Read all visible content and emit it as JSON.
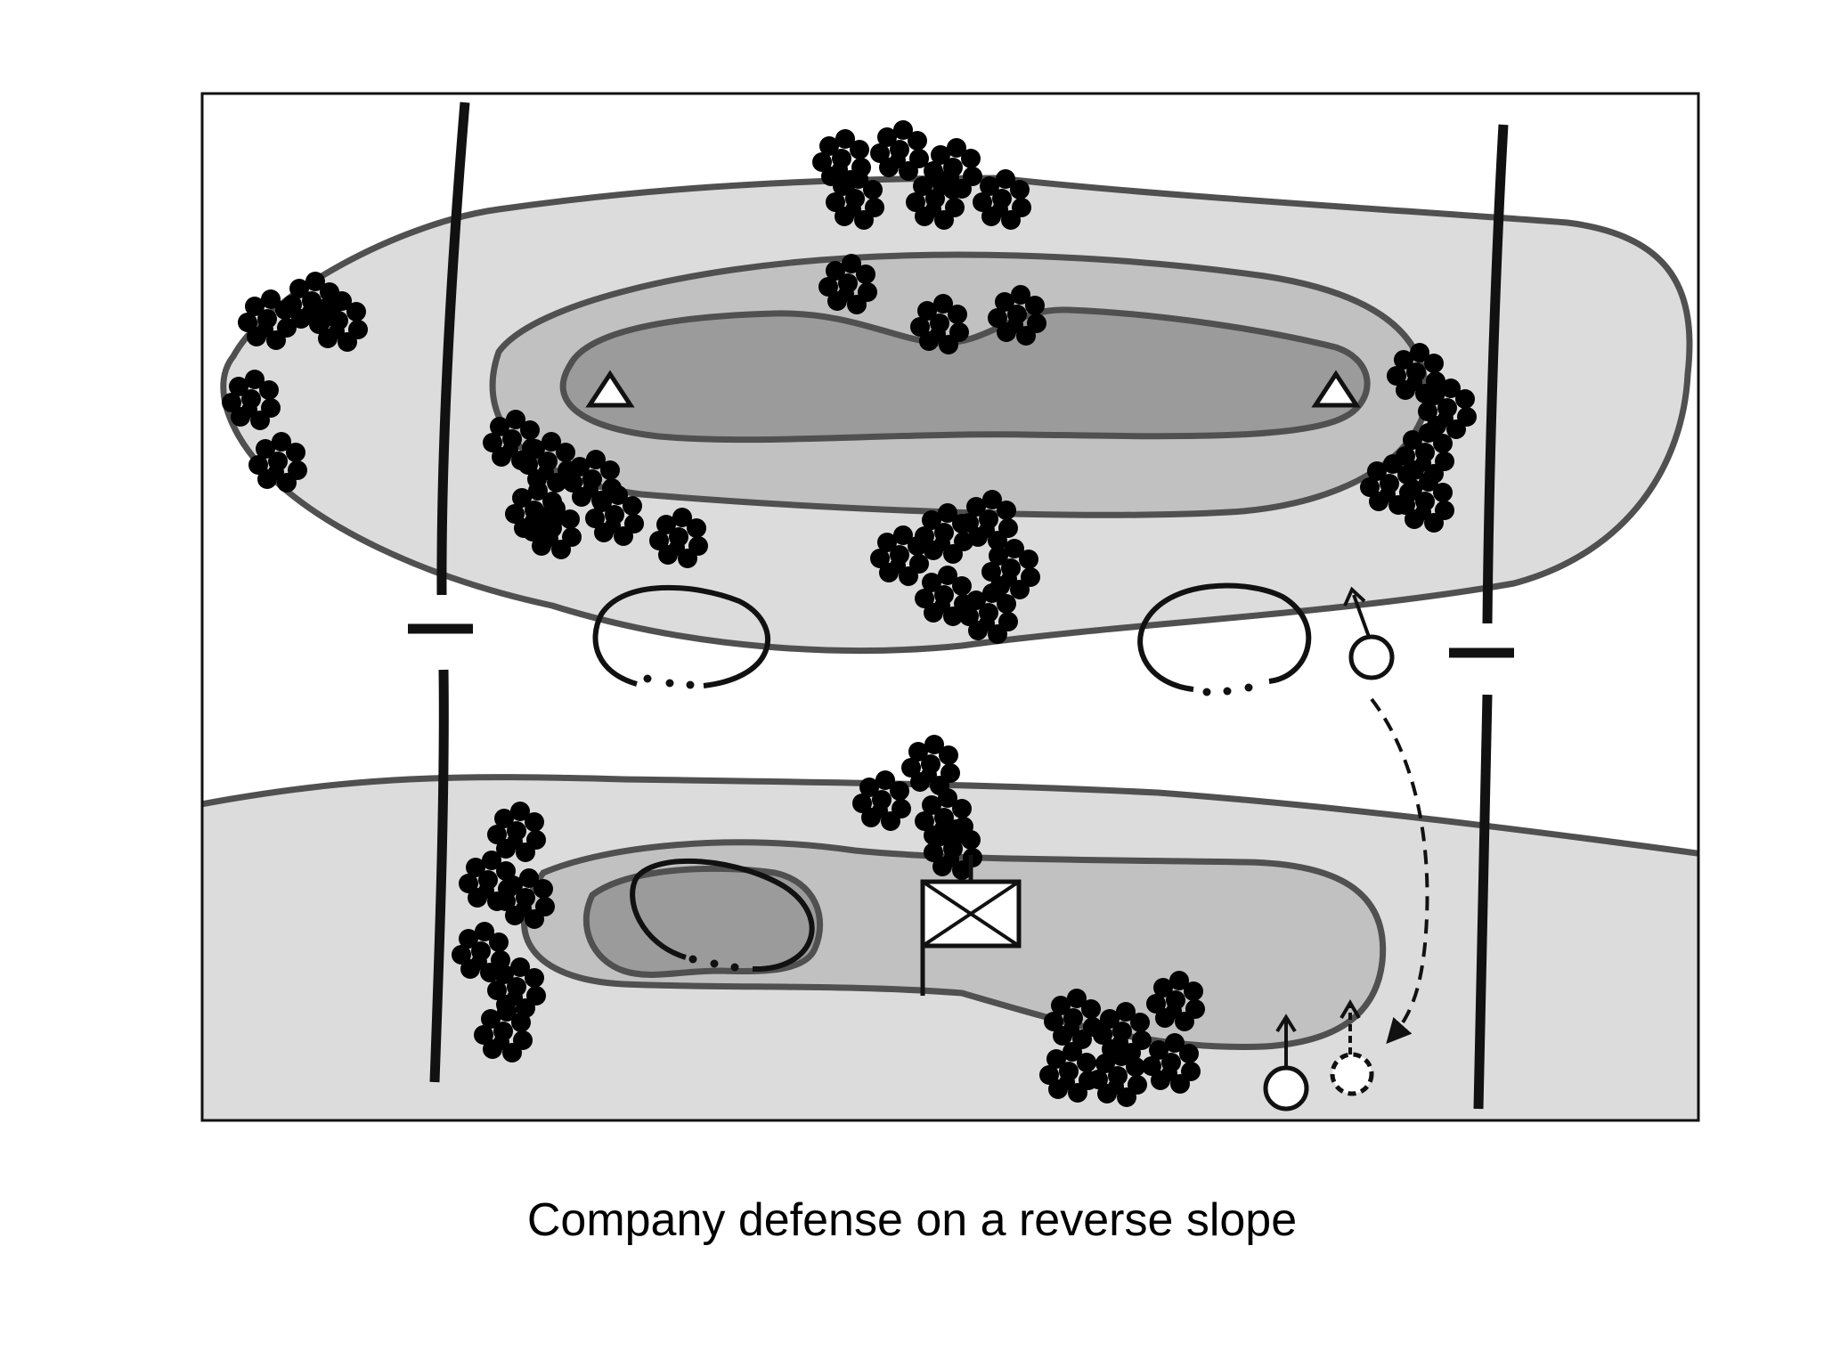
{
  "figure": {
    "caption": "Company defense on a reverse slope"
  },
  "colors": {
    "terrain_low": "#dcdcdc",
    "terrain_mid": "#c1c1c1",
    "terrain_high": "#9b9b9b",
    "contour_line": "#505050",
    "symbol_line": "#111111",
    "background": "#ffffff"
  },
  "symbols": [
    "boundary-line",
    "fighting-position",
    "observation-post-triangle",
    "observation-post-circle",
    "command-post-box",
    "movement-route-dashed",
    "tree-cluster"
  ]
}
